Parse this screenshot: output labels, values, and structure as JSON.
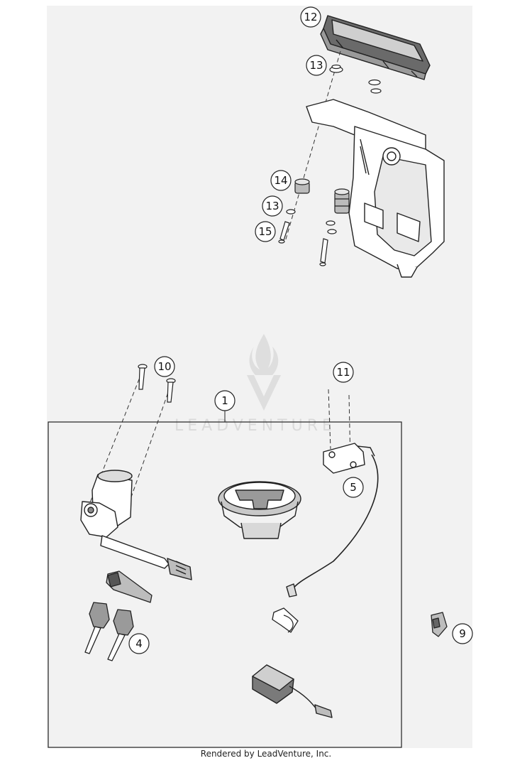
{
  "watermark": {
    "brand": "LEADVENTURE"
  },
  "callouts": [
    {
      "id": "12",
      "label": "12"
    },
    {
      "id": "13a",
      "label": "13"
    },
    {
      "id": "14",
      "label": "14"
    },
    {
      "id": "13b",
      "label": "13"
    },
    {
      "id": "15",
      "label": "15"
    },
    {
      "id": "10",
      "label": "10"
    },
    {
      "id": "11",
      "label": "11"
    },
    {
      "id": "1",
      "label": "1"
    },
    {
      "id": "5",
      "label": "5"
    },
    {
      "id": "4",
      "label": "4"
    },
    {
      "id": "9",
      "label": "9"
    }
  ],
  "footer": {
    "text": "Rendered by LeadVenture, Inc."
  }
}
